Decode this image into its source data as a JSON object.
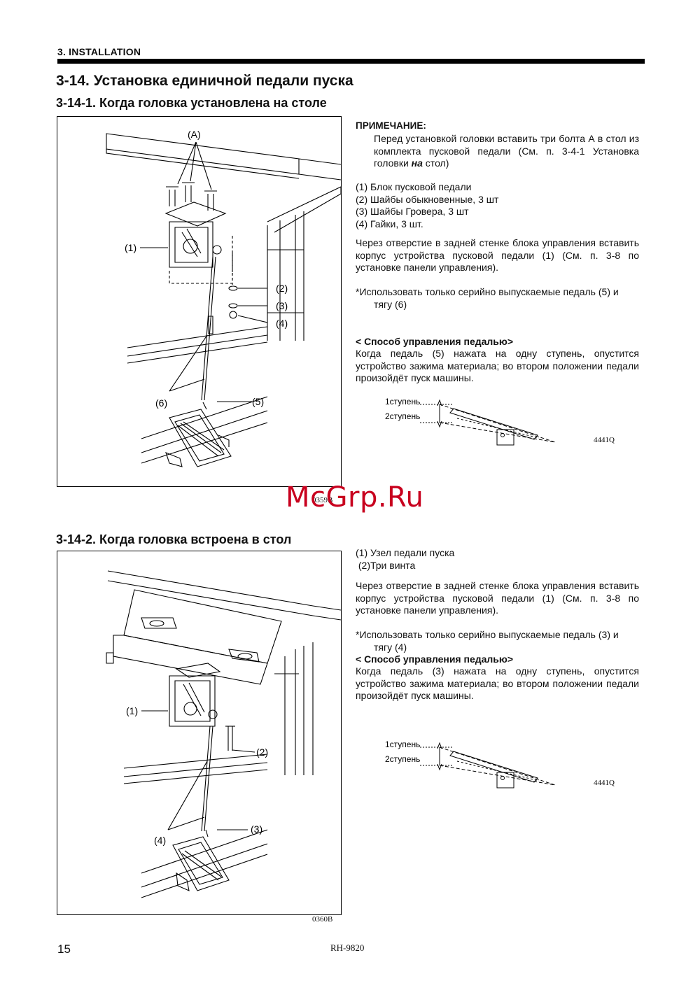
{
  "header": {
    "section_label": "3. INSTALLATION"
  },
  "section": {
    "title": "3-14. Установка единичной педали пуска",
    "sub1": {
      "title": "3-14-1. Когда головка установлена на столе",
      "figure_code": "0359B",
      "callouts": [
        "(A)",
        "(1)",
        "(2)",
        "(3)",
        "(4)",
        "(5)",
        "(6)"
      ],
      "note_title": "ПРИМЕЧАНИЕ:",
      "note_text_1": "Перед установкой головки вставить три болта А в стол из комплекта пусковой педали (См. п. 3-4-1 Установка головки ",
      "note_text_bold": "на",
      "note_text_2": " стол)",
      "parts": [
        "(1) Блок пусковой педали",
        "(2) Шайбы обыкновенные, 3 шт",
        "(3) Шайбы Гровера, 3 шт",
        "(4) Гайки, 3 шт."
      ],
      "para1": "Через отверстие в задней стенке блока управления вставить корпус устройства пусковой педали (1) (См. п. 3-8 по установке панели управления).",
      "star_line": "*Использовать только серийно выпускаемые педаль (5) и",
      "star_cont": "тягу (6)",
      "method_title": "< Способ управления педалью>",
      "method_text": " Когда педаль (5) нажата на одну ступень, опустится устройство зажима материала; во втором положении педали произойдёт пуск машины.",
      "diagram": {
        "step1": "1ступень",
        "step2": "2ступень",
        "code": "4441Q"
      }
    },
    "sub2": {
      "title": "3-14-2. Когда головка встроена в стол",
      "figure_code": "0360B",
      "callouts": [
        "(1)",
        "(2)",
        "(3)",
        "(4)"
      ],
      "parts": [
        "(1) Узел педали пуска",
        " (2)Три винта"
      ],
      "para1": "Через отверстие в задней стенке блока управления вставить корпус устройства пусковой педали (1) (См. п. 3-8 по установке панели управления).",
      "star_line": "*Использовать только серийно выпускаемые педаль (3) и",
      "star_cont": "тягу (4)",
      "method_title": "< Способ управления педалью>",
      "method_text": "Когда педаль (3) нажата на одну ступень, опустится устройство зажима материала; во втором положении педали произойдёт пуск машины.",
      "diagram": {
        "step1": "1ступень",
        "step2": "2ступень",
        "code": "4441Q"
      }
    }
  },
  "watermark": "McGrp.Ru",
  "footer": {
    "page_number": "15",
    "model": "RH-9820"
  }
}
